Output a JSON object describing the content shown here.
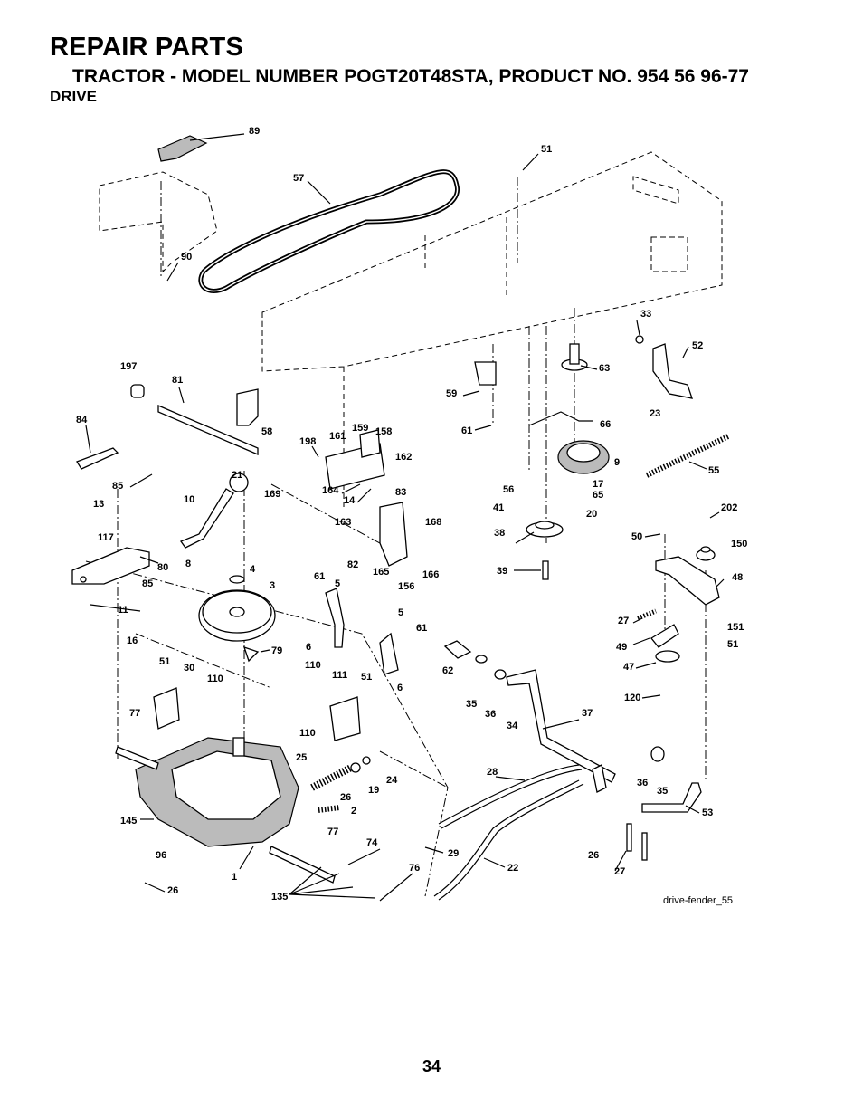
{
  "header": {
    "title": "REPAIR PARTS",
    "subtitle": "TRACTOR - MODEL NUMBER POGT20T48STA, PRODUCT NO. 954 56 96-77",
    "section": "DRIVE"
  },
  "figure_id": "drive-fender_55",
  "page_number": "34",
  "callouts": [
    "89",
    "57",
    "51",
    "90",
    "33",
    "52",
    "63",
    "23",
    "197",
    "81",
    "59",
    "66",
    "84",
    "58",
    "198",
    "161",
    "159",
    "158",
    "61",
    "9",
    "55",
    "162",
    "85",
    "13",
    "21",
    "169",
    "164",
    "14",
    "83",
    "56",
    "17",
    "65",
    "41",
    "20",
    "10",
    "163",
    "168",
    "202",
    "117",
    "80",
    "8",
    "82",
    "165",
    "166",
    "156",
    "38",
    "50",
    "150",
    "4",
    "3",
    "39",
    "48",
    "85",
    "11",
    "61",
    "5",
    "5",
    "61",
    "27",
    "151",
    "51",
    "16",
    "51",
    "30",
    "110",
    "79",
    "6",
    "62",
    "49",
    "47",
    "110",
    "111",
    "51",
    "6",
    "35",
    "36",
    "34",
    "37",
    "120",
    "77",
    "110",
    "25",
    "28",
    "36",
    "35",
    "24",
    "19",
    "26",
    "2",
    "53",
    "145",
    "77",
    "74",
    "96",
    "29",
    "22",
    "26",
    "27",
    "1",
    "26",
    "76",
    "135"
  ]
}
